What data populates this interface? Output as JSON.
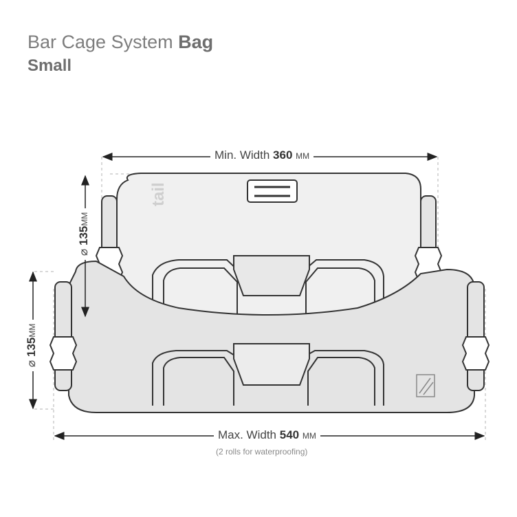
{
  "header": {
    "title_light": "Bar Cage System",
    "title_bold": "Bag",
    "subtitle": "Small"
  },
  "dimensions": {
    "min_width": {
      "label": "Min. Width",
      "value": "360",
      "unit": "MM"
    },
    "max_width": {
      "label": "Max. Width",
      "value": "540",
      "unit": "MM"
    },
    "max_note": "(2 rolls for waterproofing)",
    "diameter_top": {
      "symbol": "⌀",
      "value": "135",
      "unit": "MM"
    },
    "diameter_bottom": {
      "symbol": "⌀",
      "value": "135",
      "unit": "MM"
    }
  },
  "colors": {
    "bag_fill": "#e4e4e4",
    "bag_back_fill": "#f0f0f0",
    "outline": "#333333",
    "dimension_line": "#222222",
    "dashed_guide": "#b0b0b0"
  },
  "icons": [
    "brand-logo-icon",
    "bag-emblem-icon",
    "buckle-icon",
    "arrow-icon"
  ]
}
